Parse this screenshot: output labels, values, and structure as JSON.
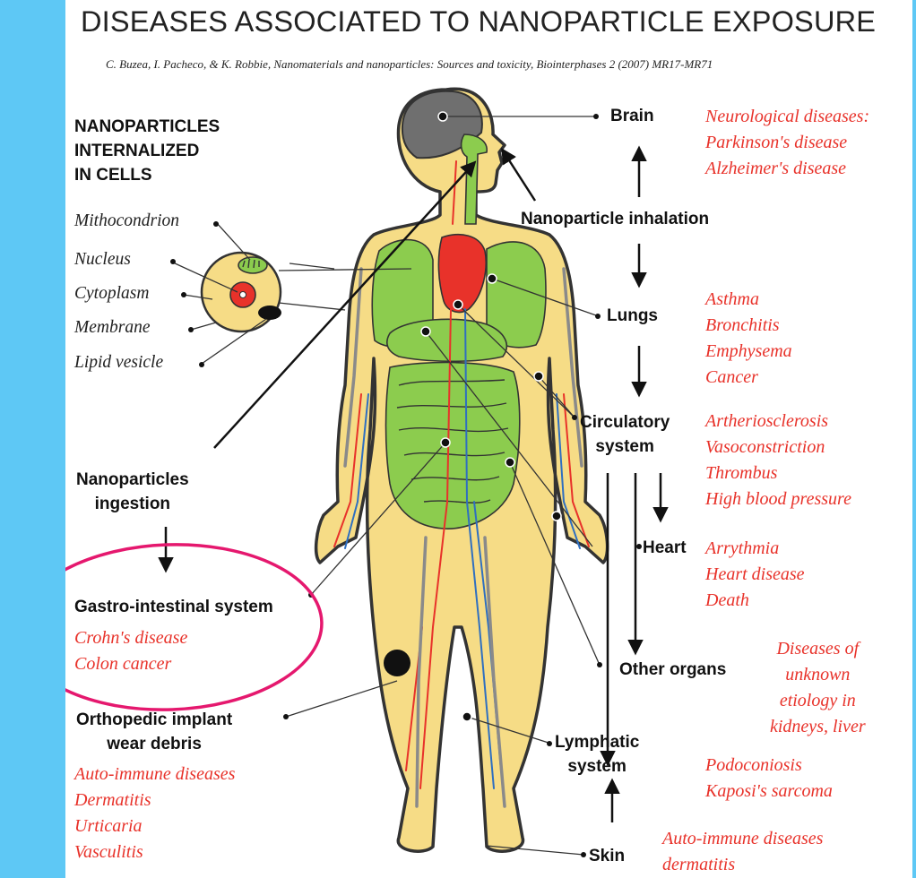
{
  "title": "DISEASES ASSOCIATED TO NANOPARTICLE EXPOSURE",
  "citation": "C. Buzea, I. Pacheco, & K. Robbie, Nanomaterials and nanoparticles: Sources and toxicity, Biointerphases 2 (2007) MR17-MR71",
  "cells": {
    "heading": [
      "NANOPARTICLES",
      "INTERNALIZED",
      "IN CELLS"
    ],
    "parts": [
      "Mithocondrion",
      "Nucleus",
      "Cytoplasm",
      "Membrane",
      "Lipid vesicle"
    ]
  },
  "labels": {
    "brain": "Brain",
    "inhalation": "Nanoparticle inhalation",
    "lungs": "Lungs",
    "circulatory": [
      "Circulatory",
      "system"
    ],
    "heart": "Heart",
    "other_organs": "Other organs",
    "lymphatic": [
      "Lymphatic",
      "system"
    ],
    "skin": "Skin",
    "ingestion": [
      "Nanoparticles",
      "ingestion"
    ],
    "gi": "Gastro-intestinal system",
    "orthopedic": [
      "Orthopedic implant",
      "wear debris"
    ]
  },
  "diseases": {
    "brain": [
      "Neurological diseases:",
      "Parkinson's disease",
      "Alzheimer's disease"
    ],
    "lungs": [
      "Asthma",
      "Bronchitis",
      "Emphysema",
      "Cancer"
    ],
    "circulatory": [
      "Artheriosclerosis",
      "Vasoconstriction",
      "Thrombus",
      "High blood pressure"
    ],
    "heart": [
      "Arrythmia",
      "Heart disease",
      "Death"
    ],
    "other_organs": [
      "Diseases of",
      "unknown",
      "etiology in",
      "kidneys, liver"
    ],
    "lymphatic": [
      "Podoconiosis",
      "Kaposi's sarcoma"
    ],
    "skin": [
      "Auto-immune diseases",
      "dermatitis"
    ],
    "gi": [
      "Crohn's disease",
      "Colon cancer"
    ],
    "orthopedic": [
      "Auto-immune diseases",
      "Dermatitis",
      "Urticaria",
      "Vasculitis"
    ]
  },
  "colors": {
    "frame": "#5ec8f5",
    "disease_text": "#e8322a",
    "body_fill": "#f6dc86",
    "organ_green": "#8ccc4e",
    "artery_red": "#e8322a",
    "vein_blue": "#2f6fc0",
    "highlight_ellipse": "#e5186e"
  }
}
